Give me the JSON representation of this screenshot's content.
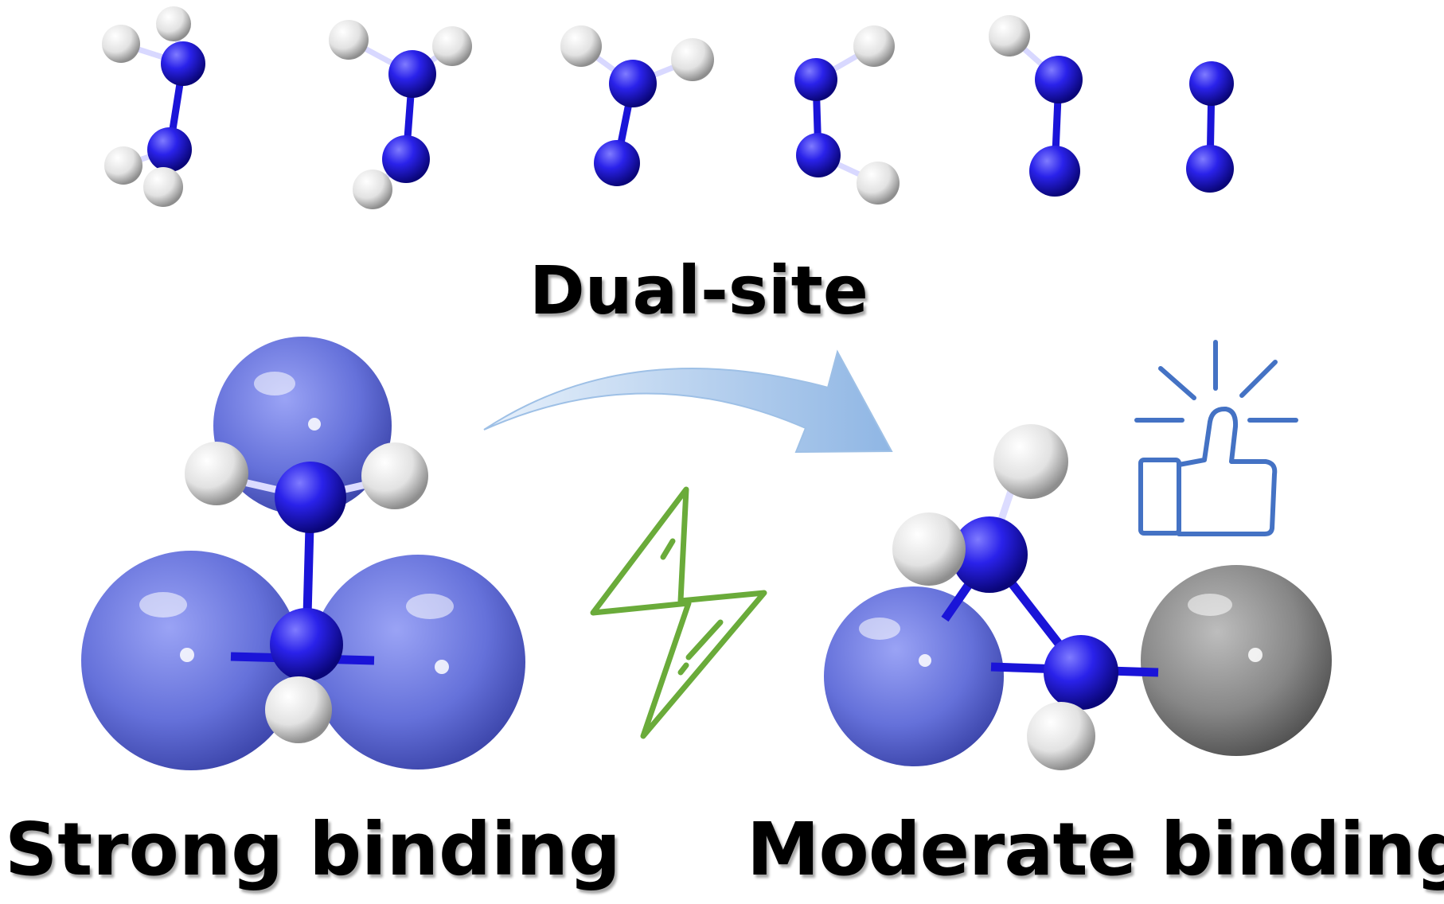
{
  "labels": {
    "dual_site": "Dual-site",
    "strong_binding": "Strong binding",
    "moderate_binding": "Moderate binding"
  },
  "colors": {
    "nitrogen": "#1a14d8",
    "hydrogen": "#e6e6e6",
    "metal_site_a": "#6470d8",
    "metal_site_b": "#8a8a8a",
    "arrow": "#a9c7ea",
    "lightning": "#6aab3a",
    "thumbs_up": "#4472c4"
  },
  "icons": [
    "curved-arrow-icon",
    "lightning-bolt-icon",
    "thumbs-up-icon"
  ],
  "intermediates": [
    "N2H4",
    "N2H3",
    "N2H2",
    "N2H2",
    "N2H",
    "N2"
  ]
}
